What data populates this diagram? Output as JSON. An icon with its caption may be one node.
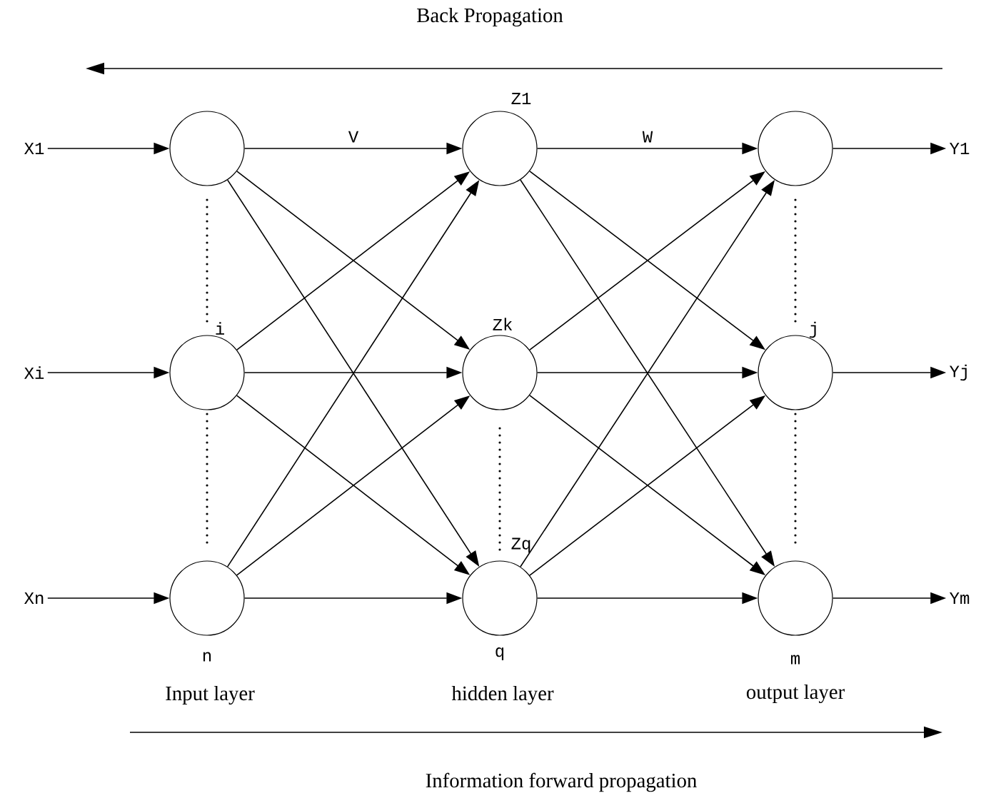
{
  "diagram": {
    "nodes": [
      {
        "text": [
          "X1"
        ]
      },
      {
        "text": [
          "Xi"
        ]
      },
      {
        "text": [
          "Xn"
        ]
      },
      {
        "text": [],
        "shape": "circle"
      },
      {
        "text": [],
        "shape": "circle",
        "beside": [
          "i"
        ]
      },
      {
        "text": [],
        "shape": "circle",
        "beside": [
          "n"
        ]
      },
      {
        "text": [],
        "shape": "circle",
        "beside": [
          "Z1"
        ]
      },
      {
        "text": [],
        "shape": "circle",
        "beside": [
          "Zk"
        ]
      },
      {
        "text": [],
        "shape": "circle",
        "beside": [
          "Zq",
          "q"
        ]
      },
      {
        "text": [],
        "shape": "circle"
      },
      {
        "text": [],
        "shape": "circle",
        "beside": [
          "j"
        ]
      },
      {
        "text": [],
        "shape": "circle",
        "beside": [
          "m"
        ]
      },
      {
        "text": [
          "Y1"
        ]
      },
      {
        "text": [
          "Yj"
        ]
      },
      {
        "text": [
          "Ym"
        ]
      }
    ],
    "edges": [
      {
        "from": 0,
        "to": 3,
        "arrow": "to"
      },
      {
        "from": 1,
        "to": 4,
        "arrow": "to"
      },
      {
        "from": 2,
        "to": 5,
        "arrow": "to"
      },
      {
        "from": 3,
        "to": 6,
        "arrow": "to",
        "label": "V"
      },
      {
        "from": 3,
        "to": 7,
        "arrow": "to"
      },
      {
        "from": 3,
        "to": 8,
        "arrow": "to"
      },
      {
        "from": 4,
        "to": 6,
        "arrow": "to"
      },
      {
        "from": 4,
        "to": 7,
        "arrow": "to"
      },
      {
        "from": 4,
        "to": 8,
        "arrow": "to"
      },
      {
        "from": 5,
        "to": 6,
        "arrow": "to"
      },
      {
        "from": 5,
        "to": 7,
        "arrow": "to"
      },
      {
        "from": 5,
        "to": 8,
        "arrow": "to"
      },
      {
        "from": 6,
        "to": 9,
        "arrow": "to",
        "label": "W"
      },
      {
        "from": 6,
        "to": 10,
        "arrow": "to"
      },
      {
        "from": 6,
        "to": 11,
        "arrow": "to"
      },
      {
        "from": 7,
        "to": 9,
        "arrow": "to"
      },
      {
        "from": 7,
        "to": 10,
        "arrow": "to"
      },
      {
        "from": 7,
        "to": 11,
        "arrow": "to"
      },
      {
        "from": 8,
        "to": 9,
        "arrow": "to"
      },
      {
        "from": 8,
        "to": 10,
        "arrow": "to"
      },
      {
        "from": 8,
        "to": 11,
        "arrow": "to"
      },
      {
        "from": 9,
        "to": 12,
        "arrow": "to"
      },
      {
        "from": 10,
        "to": 13,
        "arrow": "to"
      },
      {
        "from": 11,
        "to": 14,
        "arrow": "to"
      }
    ],
    "labels": [
      "Back Propagation",
      "Input layer",
      "hidden layer",
      "output layer",
      "Information forward propagation"
    ]
  }
}
